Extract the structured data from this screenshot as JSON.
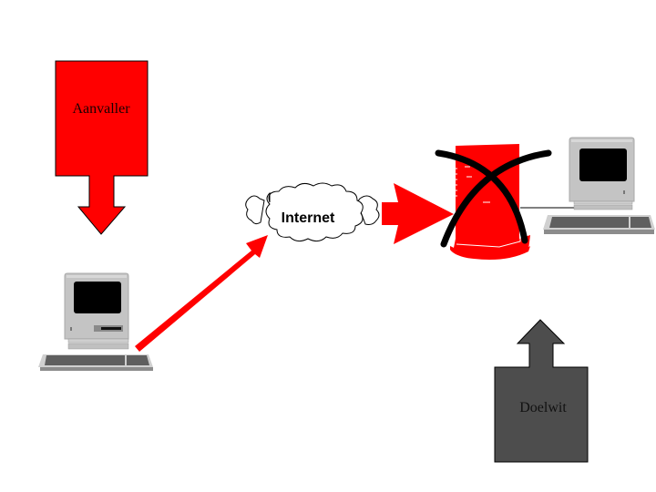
{
  "diagram": {
    "title": "",
    "language": "nl",
    "labels": {
      "attacker": "Aanvaller",
      "internet": "Internet",
      "target": "Doelwit"
    },
    "nodes": [
      {
        "id": "attacker-callout",
        "label": "Aanvaller",
        "shape": "callout-arrow-down",
        "icon": "arrow-down-callout"
      },
      {
        "id": "attacker-computer",
        "label": "",
        "shape": "computer",
        "icon": "desktop-computer-icon"
      },
      {
        "id": "internet-cloud",
        "label": "Internet",
        "shape": "cloud",
        "icon": "cloud-icon"
      },
      {
        "id": "firewall",
        "label": "",
        "shape": "server-tower",
        "icon": "server-tower-icon",
        "status": "crossed-out"
      },
      {
        "id": "target-computer",
        "label": "",
        "shape": "computer",
        "icon": "desktop-computer-icon"
      },
      {
        "id": "target-callout",
        "label": "Doelwit",
        "shape": "callout-arrow-up",
        "icon": "arrow-up-callout"
      }
    ],
    "edges": [
      {
        "from": "attacker-computer",
        "to": "internet-cloud",
        "style": "red-arrow"
      },
      {
        "from": "internet-cloud",
        "to": "firewall",
        "style": "red-block-arrow"
      },
      {
        "from": "firewall",
        "to": "target-computer",
        "style": "thin-line"
      }
    ],
    "colors": {
      "attack": "#ff0000",
      "target": "#4d4d4d",
      "computer_body": "#c0c0c0",
      "computer_screen": "#000000",
      "keyboard": "#606060",
      "cross": "#000000",
      "cloud_fill": "#ffffff",
      "cloud_stroke": "#000000"
    }
  }
}
